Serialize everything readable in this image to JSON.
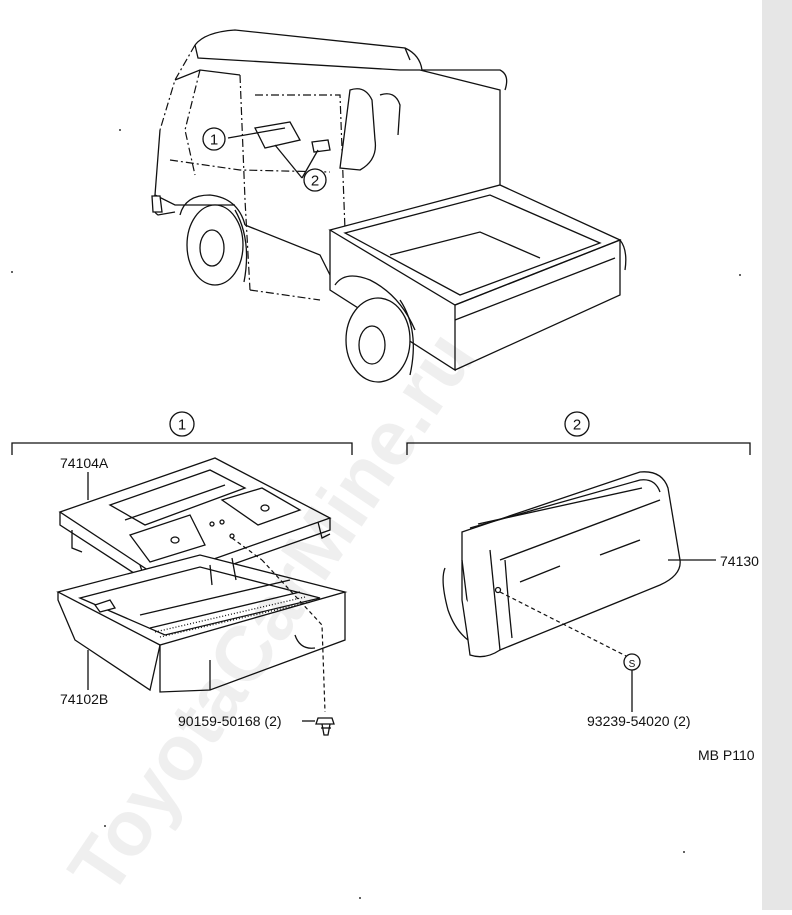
{
  "diagram": {
    "callouts": [
      "1",
      "2"
    ],
    "section_1": {
      "marker": "1",
      "parts": {
        "top_tray": "74104A",
        "bottom_box": "74102B",
        "screw": "90159-50168 (2)"
      }
    },
    "section_2": {
      "marker": "2",
      "parts": {
        "pocket": "74130",
        "clip_symbol": "S",
        "clip": "93239-54020 (2)"
      }
    },
    "reference_code": "MB  P110",
    "watermark": "ToyotaCarMine.ru"
  }
}
